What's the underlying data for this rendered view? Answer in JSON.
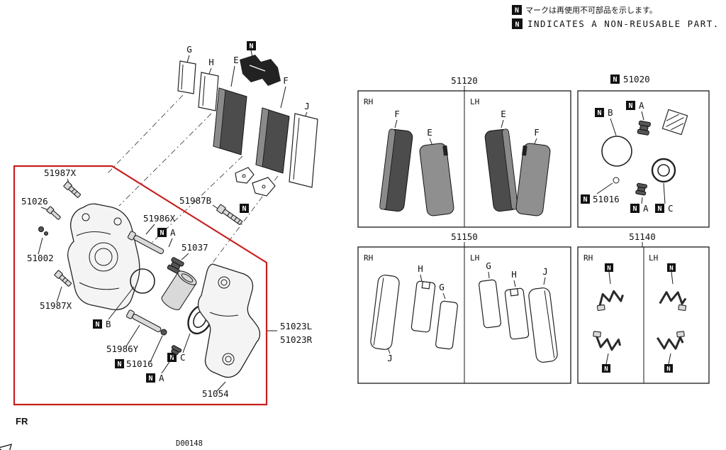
{
  "sym": {
    "n": "N"
  },
  "colors": {
    "outline_red": "#c8201f",
    "ink": "#111111"
  },
  "notices": {
    "jp": "マークは再使用不可部品を示します。",
    "en": "INDICATES A NON-REUSABLE PART."
  },
  "footer": {
    "fr": "FR",
    "doc": "D00148"
  },
  "exploded": {
    "g": "G",
    "h": "H",
    "e": "E",
    "f": "F",
    "j": "J",
    "p51987x_top": "51987X",
    "p51026": "51026",
    "p51002": "51002",
    "p51987x_bottom": "51987X",
    "p51986x": "51986X",
    "p51987b": "51987B",
    "p51037": "51037",
    "p51986y": "51986Y",
    "p51016": "51016",
    "p51054": "51054",
    "p51023l": "51023L",
    "p51023r": "51023R",
    "a": "A",
    "b": "B",
    "c": "C"
  },
  "panel_51120": {
    "title": "51120",
    "rh": "RH",
    "lh": "LH",
    "f": "F",
    "e": "E"
  },
  "panel_51020": {
    "title": "51020",
    "a": "A",
    "b": "B",
    "c": "C",
    "p51016": "51016"
  },
  "panel_51150": {
    "title": "51150",
    "rh": "RH",
    "lh": "LH",
    "g": "G",
    "h": "H",
    "j": "J"
  },
  "panel_51140": {
    "title": "51140",
    "rh": "RH",
    "lh": "LH"
  }
}
